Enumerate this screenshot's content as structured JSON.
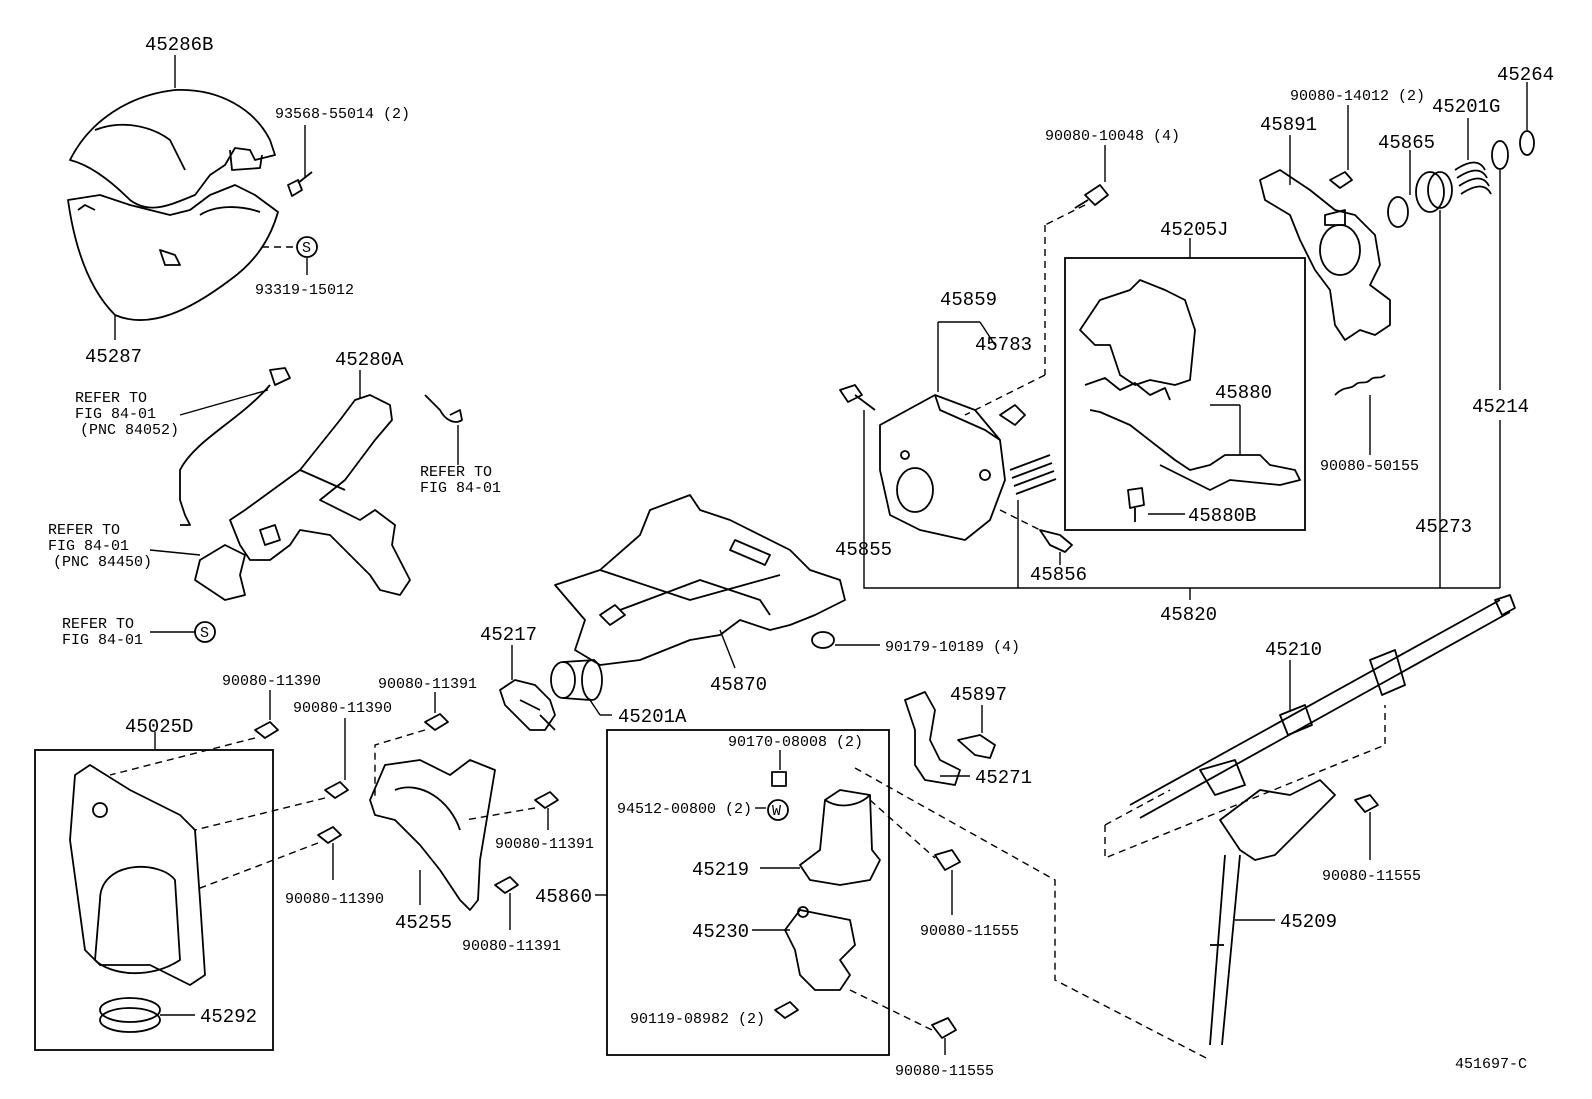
{
  "drawing_id": "451697-C",
  "labels": {
    "p45286B": "45286B",
    "p93568": "93568-55014 (2)",
    "p93319": "93319-15012",
    "p45287": "45287",
    "p45280A": "45280A",
    "refer1": "REFER TO",
    "refer1b": "FIG 84-01",
    "refer1c": "(PNC 84052)",
    "refer2": "REFER TO",
    "refer2b": "FIG 84-01",
    "refer3": "REFER TO",
    "refer3b": "FIG 84-01",
    "refer3c": "(PNC 84450)",
    "refer4": "REFER TO",
    "refer4b": "FIG 84-01",
    "p90080_10048": "90080-10048 (4)",
    "p45859": "45859",
    "p45783": "45783",
    "p45205J": "45205J",
    "p45880": "45880",
    "p45880B": "45880B",
    "p45855": "45855",
    "p45856": "45856",
    "p45820": "45820",
    "p90080_14012": "90080-14012 (2)",
    "p45891": "45891",
    "p45865": "45865",
    "p45201G": "45201G",
    "p45264": "45264",
    "p45214": "45214",
    "p90080_50155": "90080-50155",
    "p45273": "45273",
    "p45217": "45217",
    "p45870": "45870",
    "p45201A": "45201A",
    "p90179": "90179-10189 (4)",
    "p45210": "45210",
    "p45897": "45897",
    "p45271": "45271",
    "p90080_11390a": "90080-11390",
    "p90080_11391a": "90080-11391",
    "p90080_11390b": "90080-11390",
    "p45025D": "45025D",
    "p90080_11391b": "90080-11391",
    "p90080_11390c": "90080-11390",
    "p45255": "45255",
    "p90080_11391c": "90080-11391",
    "p45860": "45860",
    "p90170": "90170-08008 (2)",
    "p94512": "94512-00800 (2)",
    "p45219": "45219",
    "p45230": "45230",
    "p90119": "90119-08982 (2)",
    "p90080_11555a": "90080-11555",
    "p90080_11555b": "90080-11555",
    "p90080_11555c": "90080-11555",
    "p45209": "45209",
    "p45292": "45292",
    "s_mark": "S",
    "w_mark": "W"
  }
}
